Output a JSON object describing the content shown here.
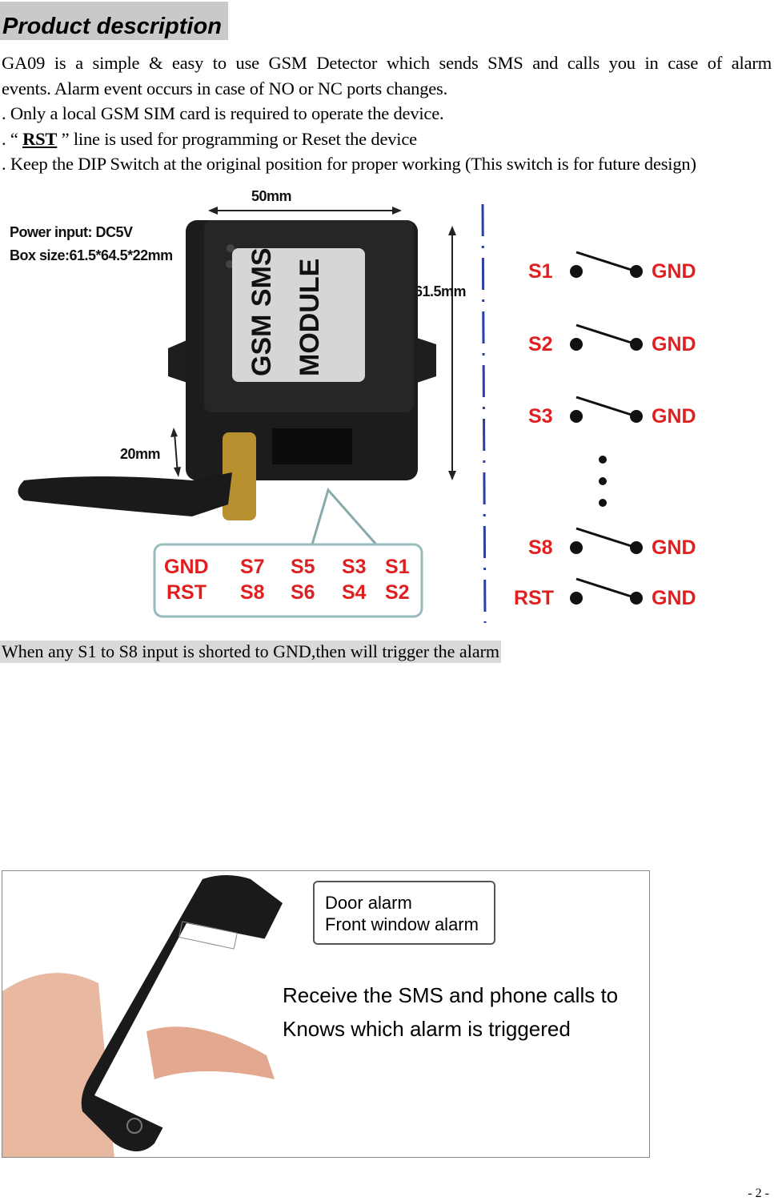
{
  "title": "Product description",
  "paragraphs": {
    "l1": "GA09 is a simple & easy to use GSM Detector which sends SMS and calls you in case of alarm",
    "l2": "events. Alarm event occurs in case of NO or NC ports changes.",
    "l3": ". Only a local GSM SIM card is required to operate the device.",
    "l4_pre": ". “ ",
    "l4_rst": "RST",
    "l4_post": " ” line is used for programming or Reset the device",
    "l5": ". Keep the DIP Switch at the original position for proper working (This switch is for future design)"
  },
  "diagram": {
    "width_label": "50mm",
    "height_label": "61.5mm",
    "depth_label": "20mm",
    "power": "Power input: DC5V",
    "box_size": "Box size:61.5*64.5*22mm",
    "module_line1": "GSM SMS",
    "module_line2": "MODULE",
    "pins_row1": [
      "GND",
      "S7",
      "S5",
      "S3",
      "S1"
    ],
    "pins_row2": [
      "RST",
      "S8",
      "S6",
      "S4",
      "S2"
    ],
    "switches": [
      {
        "in": "S1",
        "out": "GND"
      },
      {
        "in": "S2",
        "out": "GND"
      },
      {
        "in": "S3",
        "out": "GND"
      },
      {
        "in": "S8",
        "out": "GND"
      },
      {
        "in": "RST",
        "out": "GND"
      }
    ],
    "accent": "#e02020"
  },
  "caption": "When any S1 to S8 input is shorted to GND,then will trigger the alarm",
  "photo": {
    "bubble_line1": "Door alarm",
    "bubble_line2": "Front window alarm",
    "text_line1": "Receive the SMS and phone calls to",
    "text_line2": "Knows which alarm is triggered"
  },
  "page_number": "- 2 -"
}
